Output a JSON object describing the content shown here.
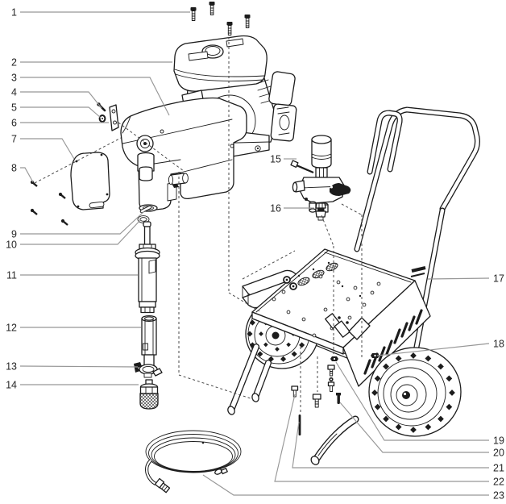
{
  "figure": {
    "background": "#ffffff",
    "ink": "#1c1c1c",
    "leader": "#979797",
    "callouts": [
      {
        "label": "1"
      },
      {
        "label": "2"
      },
      {
        "label": "3"
      },
      {
        "label": "4"
      },
      {
        "label": "5"
      },
      {
        "label": "6"
      },
      {
        "label": "7"
      },
      {
        "label": "8"
      },
      {
        "label": "9"
      },
      {
        "label": "10"
      },
      {
        "label": "11"
      },
      {
        "label": "12"
      },
      {
        "label": "13"
      },
      {
        "label": "14"
      },
      {
        "label": "15"
      },
      {
        "label": "16"
      },
      {
        "label": "17"
      },
      {
        "label": "18"
      },
      {
        "label": "19"
      },
      {
        "label": "20"
      },
      {
        "label": "21"
      },
      {
        "label": "22"
      },
      {
        "label": "23"
      }
    ]
  }
}
